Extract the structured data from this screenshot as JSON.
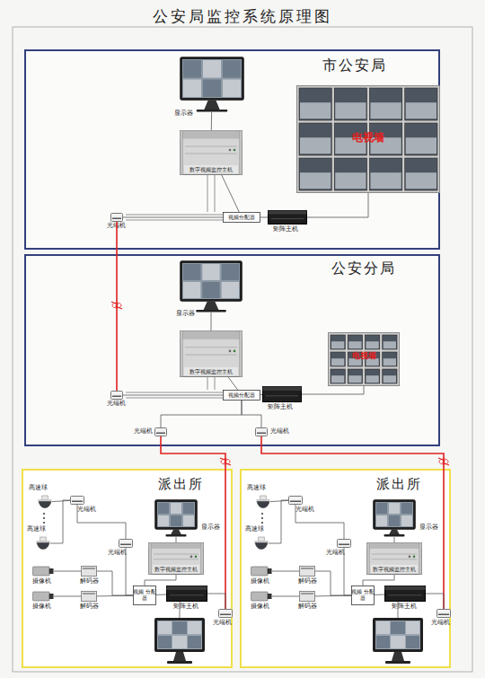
{
  "diagram": {
    "title": "公安局监控系统原理图",
    "nodes": [
      {
        "text": [
          "市公安局"
        ]
      },
      {
        "text": [
          "显示器"
        ],
        "in": 0
      },
      {
        "text": [
          "数字视频监控主机"
        ],
        "in": 0
      },
      {
        "text": [
          "电视墙"
        ],
        "in": 0
      },
      {
        "text": [
          "光端机"
        ],
        "in": 0
      },
      {
        "text": [
          "视频分配器"
        ],
        "in": 0
      },
      {
        "text": [
          "矩阵主机"
        ],
        "in": 0
      },
      {
        "text": [
          "公安分局"
        ]
      },
      {
        "text": [
          "显示器"
        ],
        "in": 7
      },
      {
        "text": [
          "数字视频监控主机"
        ],
        "in": 7
      },
      {
        "text": [
          "电视墙"
        ],
        "in": 7
      },
      {
        "text": [
          "光端机"
        ],
        "in": 7
      },
      {
        "text": [
          "视频分配器"
        ],
        "in": 7
      },
      {
        "text": [
          "矩阵主机"
        ],
        "in": 7
      },
      {
        "text": [
          "光端机"
        ],
        "in": 7
      },
      {
        "text": [
          "光端机"
        ],
        "in": 7
      },
      {
        "text": [
          "派出所"
        ]
      },
      {
        "text": [
          "高速球"
        ],
        "in": 16
      },
      {
        "text": [
          "高速球"
        ],
        "in": 16
      },
      {
        "text": [
          "光端机"
        ],
        "in": 16
      },
      {
        "text": [
          "显示器"
        ],
        "in": 16
      },
      {
        "text": [
          "光端机"
        ],
        "in": 16
      },
      {
        "text": [
          "数字视频监控主机"
        ],
        "in": 16
      },
      {
        "text": [
          "摄像机"
        ],
        "in": 16
      },
      {
        "text": [
          "解码器"
        ],
        "in": 16
      },
      {
        "text": [
          "摄像机"
        ],
        "in": 16
      },
      {
        "text": [
          "解码器"
        ],
        "in": 16
      },
      {
        "text": [
          "视频 分配器"
        ],
        "in": 16
      },
      {
        "text": [
          "矩阵主机"
        ],
        "in": 16
      },
      {
        "text": [
          "光端机"
        ],
        "in": 16
      },
      {
        "text": [
          "派出所"
        ]
      },
      {
        "text": [
          "高速球"
        ],
        "in": 30
      },
      {
        "text": [
          "高速球"
        ],
        "in": 30
      },
      {
        "text": [
          "光端机"
        ],
        "in": 30
      },
      {
        "text": [
          "显示器"
        ],
        "in": 30
      },
      {
        "text": [
          "光端机"
        ],
        "in": 30
      },
      {
        "text": [
          "数字视频监控主机"
        ],
        "in": 30
      },
      {
        "text": [
          "摄像机"
        ],
        "in": 30
      },
      {
        "text": [
          "解码器"
        ],
        "in": 30
      },
      {
        "text": [
          "摄像机"
        ],
        "in": 30
      },
      {
        "text": [
          "解码器"
        ],
        "in": 30
      },
      {
        "text": [
          "视频 分配器"
        ],
        "in": 30
      },
      {
        "text": [
          "矩阵主机"
        ],
        "in": 30
      },
      {
        "text": [
          "光端机"
        ],
        "in": 30
      }
    ],
    "edges": [
      {
        "from": 1,
        "to": 2,
        "arrow": "none"
      },
      {
        "from": 2,
        "to": 5,
        "arrow": "none"
      },
      {
        "from": 4,
        "to": 5,
        "arrow": "none"
      },
      {
        "from": 5,
        "to": 6,
        "arrow": "none"
      },
      {
        "from": 6,
        "to": 3,
        "arrow": "none"
      },
      {
        "from": 4,
        "to": 11,
        "arrow": "none"
      },
      {
        "from": 8,
        "to": 9,
        "arrow": "none"
      },
      {
        "from": 9,
        "to": 12,
        "arrow": "none"
      },
      {
        "from": 11,
        "to": 12,
        "arrow": "none"
      },
      {
        "from": 12,
        "to": 13,
        "arrow": "none"
      },
      {
        "from": 13,
        "to": 10,
        "arrow": "none"
      },
      {
        "from": 12,
        "to": 14,
        "arrow": "none"
      },
      {
        "from": 12,
        "to": 15,
        "arrow": "none"
      },
      {
        "from": 14,
        "to": 29,
        "arrow": "none"
      },
      {
        "from": 15,
        "to": 43,
        "arrow": "none"
      },
      {
        "from": 17,
        "to": 19,
        "arrow": "none"
      },
      {
        "from": 18,
        "to": 19,
        "arrow": "none"
      },
      {
        "from": 19,
        "to": 21,
        "arrow": "none"
      },
      {
        "from": 21,
        "to": 27,
        "arrow": "none"
      },
      {
        "from": 20,
        "to": 22,
        "arrow": "none"
      },
      {
        "from": 22,
        "to": 27,
        "arrow": "none"
      },
      {
        "from": 23,
        "to": 24,
        "arrow": "none"
      },
      {
        "from": 24,
        "to": 27,
        "arrow": "none"
      },
      {
        "from": 25,
        "to": 26,
        "arrow": "none"
      },
      {
        "from": 26,
        "to": 27,
        "arrow": "none"
      },
      {
        "from": 27,
        "to": 28,
        "arrow": "none"
      },
      {
        "from": 28,
        "to": 29,
        "arrow": "none"
      },
      {
        "from": 31,
        "to": 33,
        "arrow": "none"
      },
      {
        "from": 32,
        "to": 33,
        "arrow": "none"
      },
      {
        "from": 33,
        "to": 35,
        "arrow": "none"
      },
      {
        "from": 35,
        "to": 41,
        "arrow": "none"
      },
      {
        "from": 34,
        "to": 36,
        "arrow": "none"
      },
      {
        "from": 36,
        "to": 41,
        "arrow": "none"
      },
      {
        "from": 37,
        "to": 38,
        "arrow": "none"
      },
      {
        "from": 38,
        "to": 41,
        "arrow": "none"
      },
      {
        "from": 39,
        "to": 40,
        "arrow": "none"
      },
      {
        "from": 40,
        "to": 41,
        "arrow": "none"
      },
      {
        "from": 41,
        "to": 42,
        "arrow": "none"
      },
      {
        "from": 42,
        "to": 43,
        "arrow": "none"
      }
    ]
  }
}
